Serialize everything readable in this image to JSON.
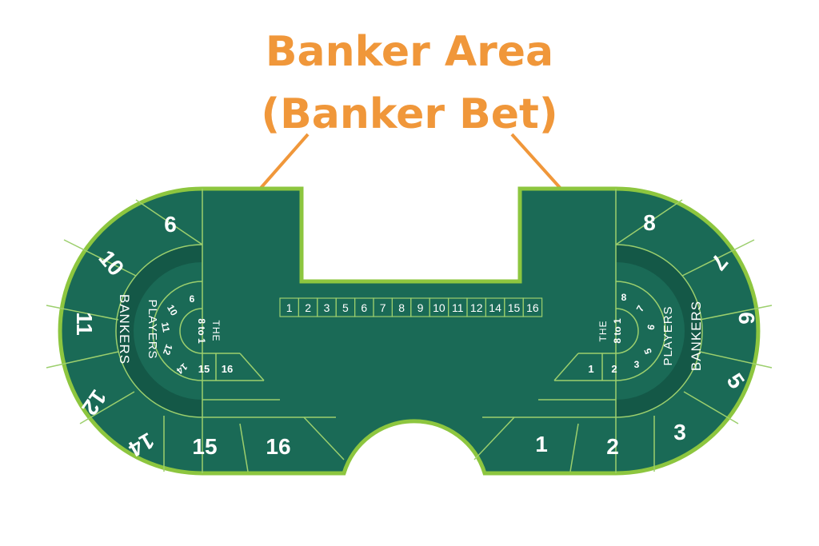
{
  "title": {
    "line1": "Banker Area",
    "line2": "(Banker Bet)"
  },
  "colors": {
    "accent": "#f0973a",
    "felt": "#1a6a56",
    "felt_dark": "#155a48",
    "border": "#8dc63f",
    "line": "#9ccf6d",
    "text": "#ffffff"
  },
  "outer_left_seats": [
    "6",
    "10",
    "11",
    "12",
    "14",
    "15",
    "16"
  ],
  "outer_right_seats": [
    "8",
    "7",
    "6",
    "5",
    "3",
    "2",
    "1"
  ],
  "inner_left_seats": [
    "6",
    "10",
    "11",
    "12",
    "14",
    "15",
    "16"
  ],
  "inner_right_seats": [
    "8",
    "7",
    "6",
    "5",
    "3",
    "2",
    "1"
  ],
  "labels": {
    "bankers": "BANKERS",
    "players": "PLAYERS",
    "the": "THE",
    "eight_to_one": "8 to 1"
  },
  "center_strip": [
    "1",
    "2",
    "3",
    "5",
    "6",
    "7",
    "8",
    "9",
    "10",
    "11",
    "12",
    "14",
    "15",
    "16"
  ],
  "icons": {
    "arrow_left": "arrow-icon",
    "arrow_right": "arrow-icon"
  }
}
